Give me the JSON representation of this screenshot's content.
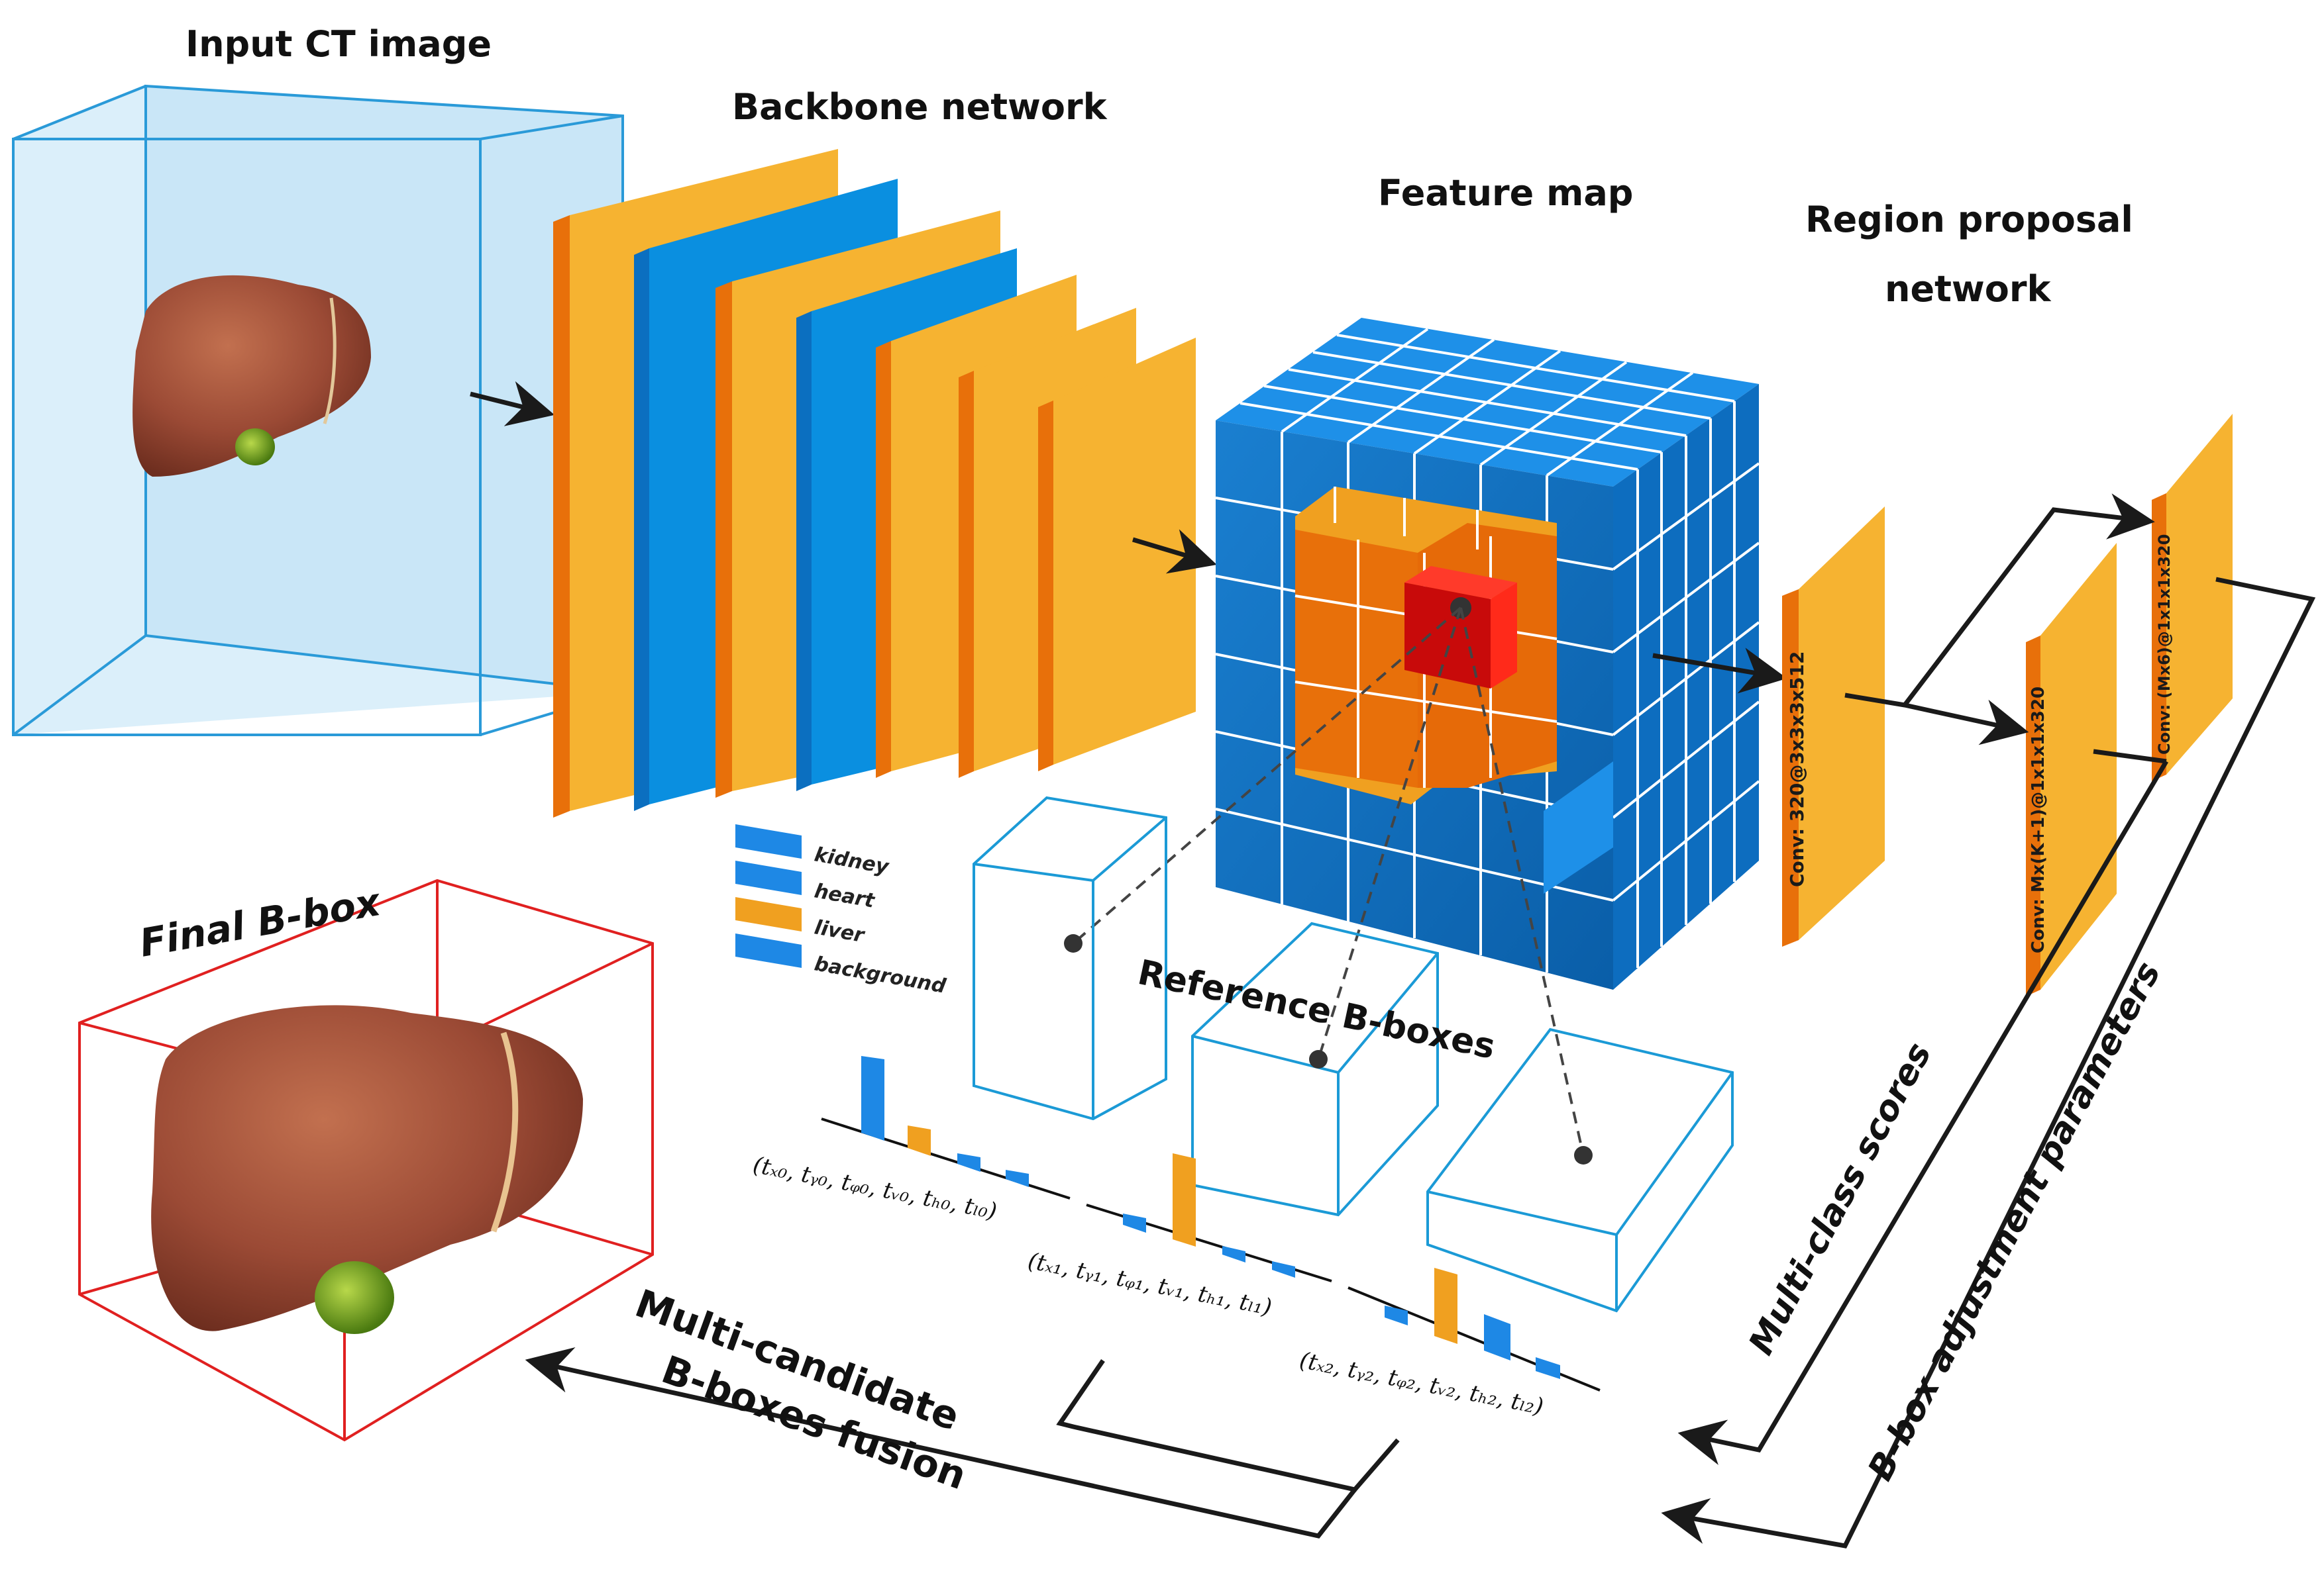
{
  "labels": {
    "input_ct": "Input CT image",
    "backbone": "Backbone network",
    "feature_map": "Feature map",
    "rpn_line1": "Region proposal",
    "rpn_line2": "network",
    "final_bbox": "Final B-box",
    "reference_bboxes": "Reference B-boxes",
    "fusion_line1": "Multi-candidate",
    "fusion_line2": "B-boxes fusion",
    "multi_class_scores": "Multi-class scores",
    "bbox_adjust": "B-box adjustment parameters"
  },
  "legend": [
    {
      "label": "kidney",
      "color": "#1e88e5"
    },
    {
      "label": "heart",
      "color": "#1e88e5"
    },
    {
      "label": "liver",
      "color": "#f0a020"
    },
    {
      "label": "background",
      "color": "#1e88e5"
    }
  ],
  "conv_layers": [
    {
      "label": "Conv: 320@3x3x3x512"
    },
    {
      "label": "Conv: Mx(K+1)@1x1x1x320"
    },
    {
      "label": "Conv: (Mx6)@1x1x1x320"
    }
  ],
  "param_vectors": [
    {
      "text": "(tₓ₀, tᵧ₀, tᵩ₀, tᵥ₀, tₕ₀, tₗ₀)"
    },
    {
      "text": "(tₓ₁, tᵧ₁, tᵩ₁, tᵥ₁, tₕ₁, tₗ₁)"
    },
    {
      "text": "(tₓ₂, tᵧ₂, tᵩ₂, tᵥ₂, tₕ₂, tₗ₂)"
    }
  ],
  "colors": {
    "orange": "#f6b331",
    "orange_dark": "#e8700a",
    "blue": "#0a8fe0",
    "blue_dark": "#0b6fc0",
    "cube_blue": "#1a78c8",
    "red": "#e01010",
    "liver": "#9b4a35",
    "gallbladder": "#6fa020",
    "box_blue": "#1b9ad6",
    "box_red": "#e02020"
  }
}
